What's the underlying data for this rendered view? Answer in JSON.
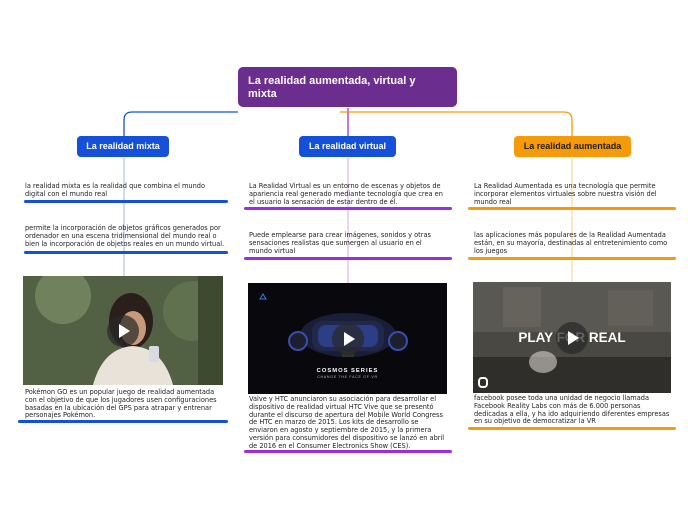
{
  "root": {
    "title": "La realidad aumentada, virtual y mixta"
  },
  "colors": {
    "root": "#6b2d8e",
    "mixta": "#1450d8",
    "virtual": "#1450d8",
    "aumentada": "#f59a0a",
    "line_purple": "#9b2fe0",
    "line_blue": "#1450d8",
    "line_orange": "#f59a0a"
  },
  "branches": [
    {
      "label": "La realidad mixta",
      "notes": [
        "la realidad mixta es la realidad que combina el mundo digital con el mundo real",
        "permite la incorporación de objetos gráficos generados por ordenador en una escena tridimensional del mundo real o bien la incorporación de objetos reales en un mundo virtual."
      ],
      "video_icon": "play-icon",
      "caption": "Pokémon GO es un popular juego de realidad aumentada con el objetivo de que los jugadores usen configuraciones basadas en la ubicación del GPS para atrapar y entrenar personajes Pokémon."
    },
    {
      "label": "La realidad virtual",
      "notes": [
        "La Realidad Virtual es un entorno de escenas y objetos de apariencia real generado mediante tecnología  que crea en el usuario la sensación de estar dentro de él.",
        "Puede emplearse para crear imágenes, sonidos y otras sensaciones realistas que sumergen al usuario en el mundo virtual"
      ],
      "video_icon": "play-icon",
      "video_title": "COSMOS SERIES",
      "video_subtitle": "CHANGE THE FACE OF VR",
      "caption": "Valve y HTC anunciaron su asociación para desarrollar el dispositivo de realidad virtual HTC Vive que se presentó durante el discurso de apertura del Mobile World Congress de HTC en marzo de 2015. Los kits de desarrollo se enviaron en agosto y septiembre de 2015, y la primera versión para consumidores del dispositivo se lanzó en abril de 2016 en el Consumer Electronics Show (CES)."
    },
    {
      "label": "La realidad aumentada",
      "notes": [
        "La Realidad Aumentada es una tecnología que permite incorporar elementos virtuales sobre nuestra visión del mundo real",
        " las aplicaciones más populares de la Realidad Aumentada están, en su mayoría, destinadas al entretenimiento como los juegos"
      ],
      "video_icon": "play-icon",
      "video_title": "PLAY FOR REAL",
      "caption": "facebook posee toda una unidad de negocio llamada Facebook Reality Labs con más de 6.000 personas dedicadas a ella, y ha ido adquiriendo diferentes empresas en su objetivo de democratizar la VR"
    }
  ]
}
